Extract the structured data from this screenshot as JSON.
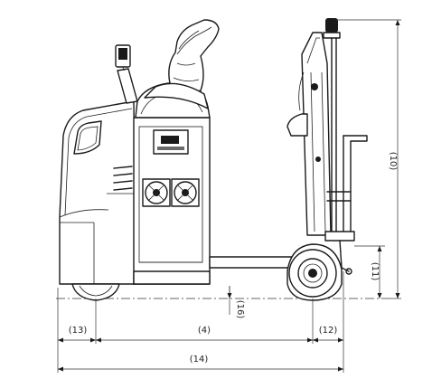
{
  "dimension_labels": {
    "d10": "(10)",
    "d11": "(11)",
    "d12": "(12)",
    "d13": "(13)",
    "d14": "(14)",
    "d16": "(16)",
    "d4": "(4)"
  }
}
